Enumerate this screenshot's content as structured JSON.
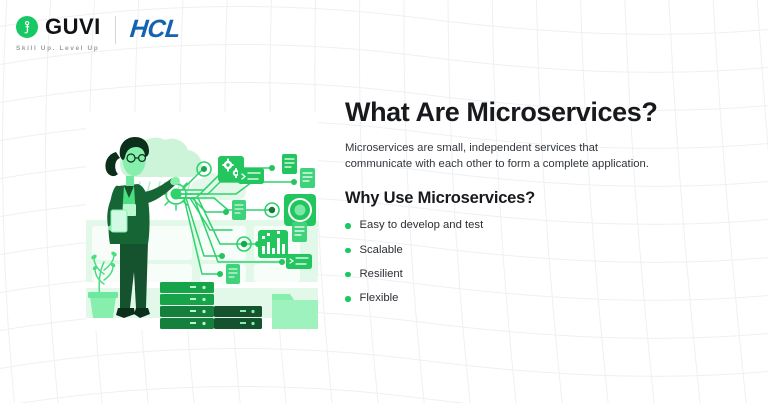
{
  "brand": {
    "guvi_name": "GUVI",
    "guvi_tagline": "Skill Up. Level Up",
    "partner_name": "HCL",
    "guvi_green": "#17c964",
    "hcl_blue": "#1462b0"
  },
  "content": {
    "headline": "What Are Microservices?",
    "lede": "Microservices are small, independent services that communicate with each other to form a complete application.",
    "subhead": "Why Use Microservices?",
    "bullets": [
      {
        "label": "Easy to develop and test"
      },
      {
        "label": "Scalable"
      },
      {
        "label": "Resilient"
      },
      {
        "label": "Flexible"
      }
    ],
    "bullet_color": "#19c860"
  },
  "illustration": {
    "description": "woman pointing at microservices network diagram",
    "accent_green": "#21c45a",
    "dark_green": "#0f7a32",
    "light_green": "#b8f0cc",
    "nodes": [
      "gear-service-node",
      "document-service-node",
      "database-service-node",
      "media-service-node",
      "analytics-service-node",
      "terminal-service-node"
    ],
    "objects": [
      "cloud",
      "server-stack",
      "folder",
      "potted-plant",
      "tablet"
    ]
  },
  "background": {
    "mesh_color": "#eef0f2",
    "page_color": "#ffffff"
  }
}
